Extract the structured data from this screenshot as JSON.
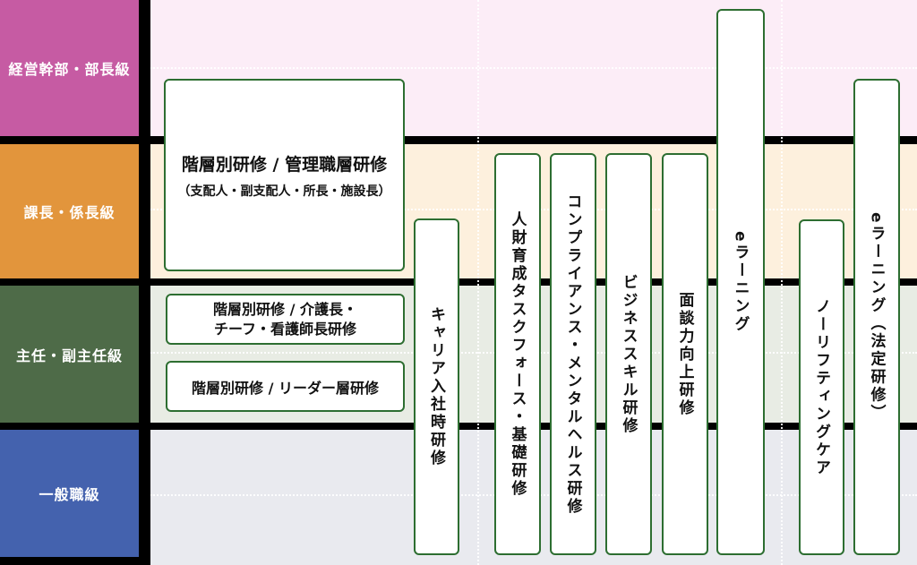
{
  "levels": [
    {
      "label": "経営幹部・部長級",
      "block_color": "#c65ba3",
      "band_color": "#fcedf7"
    },
    {
      "label": "課長・係長級",
      "block_color": "#e2953c",
      "band_color": "#fdf0dd"
    },
    {
      "label": "主任・副主任級",
      "block_color": "#4e6b48",
      "band_color": "#e8ece4"
    },
    {
      "label": "一般職級",
      "block_color": "#4462ae",
      "band_color": "#e9eaef"
    }
  ],
  "layered_trainings": {
    "management": {
      "title": "階層別研修 / 管理職層研修",
      "subtitle": "（支配人・副支配人・所長・施設長）"
    },
    "care_chief": {
      "line1": "階層別研修 / 介護長・",
      "line2": "チーフ・看護師長研修"
    },
    "leader": {
      "label": "階層別研修 / リーダー層研修"
    }
  },
  "vertical_courses": [
    {
      "label": "キャリア入社時研修"
    },
    {
      "label": "人財育成タスクフォース・基礎研修"
    },
    {
      "label": "コンプライアンス・メンタルヘルス研修"
    },
    {
      "label": "ビジネススキル研修"
    },
    {
      "label": "面談力向上研修"
    },
    {
      "label": "eラーニング"
    },
    {
      "label": "ノーリフティングケア"
    },
    {
      "label": "eラーニング（法定研修）"
    }
  ],
  "colors": {
    "background": "#000000",
    "box_border": "#2d6e31",
    "box_fill": "#ffffff",
    "dotted_grid_line": "#ffffff",
    "box_text": "#111111",
    "level_label_text": "#ffffff"
  }
}
